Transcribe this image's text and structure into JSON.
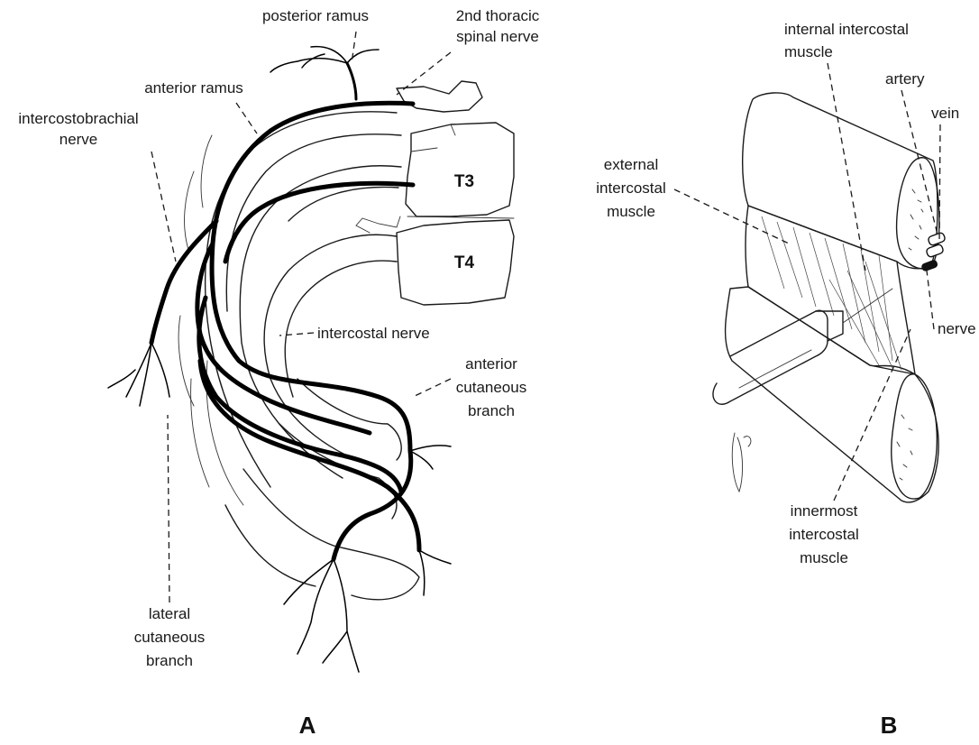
{
  "panels": {
    "a": {
      "panel_label": "A",
      "vertebrae": [
        "T3",
        "T4"
      ],
      "labels": {
        "posterior_ramus": "posterior ramus",
        "second_thoracic_l1": "2nd thoracic",
        "second_thoracic_l2": "spinal nerve",
        "anterior_ramus": "anterior ramus",
        "intercostobrachial_l1": "intercostobrachial",
        "intercostobrachial_l2": "nerve",
        "intercostal_nerve": "intercostal nerve",
        "anterior_cutaneous_l1": "anterior",
        "anterior_cutaneous_l2": "cutaneous",
        "anterior_cutaneous_l3": "branch",
        "lateral_cutaneous_l1": "lateral",
        "lateral_cutaneous_l2": "cutaneous",
        "lateral_cutaneous_l3": "branch"
      }
    },
    "b": {
      "panel_label": "B",
      "labels": {
        "internal_intercostal_l1": "internal intercostal",
        "internal_intercostal_l2": "muscle",
        "artery": "artery",
        "vein": "vein",
        "external_intercostal_l1": "external",
        "external_intercostal_l2": "intercostal",
        "external_intercostal_l3": "muscle",
        "nerve": "nerve",
        "innermost_intercostal_l1": "innermost",
        "innermost_intercostal_l2": "intercostal",
        "innermost_intercostal_l3": "muscle"
      }
    }
  }
}
